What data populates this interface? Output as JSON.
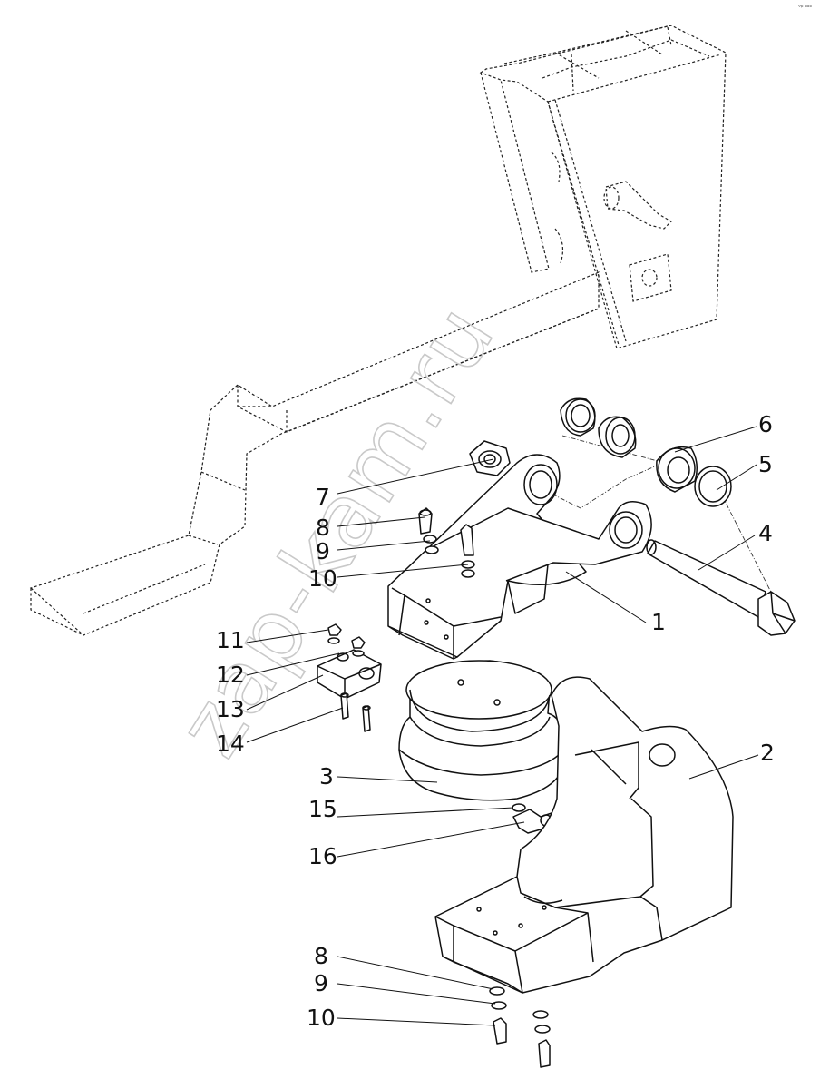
{
  "corner_mark": "°ᵖ ᵒᵒᵒ",
  "watermark": "zap-kam.ru",
  "callouts": [
    "7",
    "8",
    "9",
    "10",
    "11",
    "12",
    "13",
    "14",
    "3",
    "15",
    "16",
    "6",
    "5",
    "4",
    "1",
    "2",
    "8",
    "9",
    "10"
  ]
}
